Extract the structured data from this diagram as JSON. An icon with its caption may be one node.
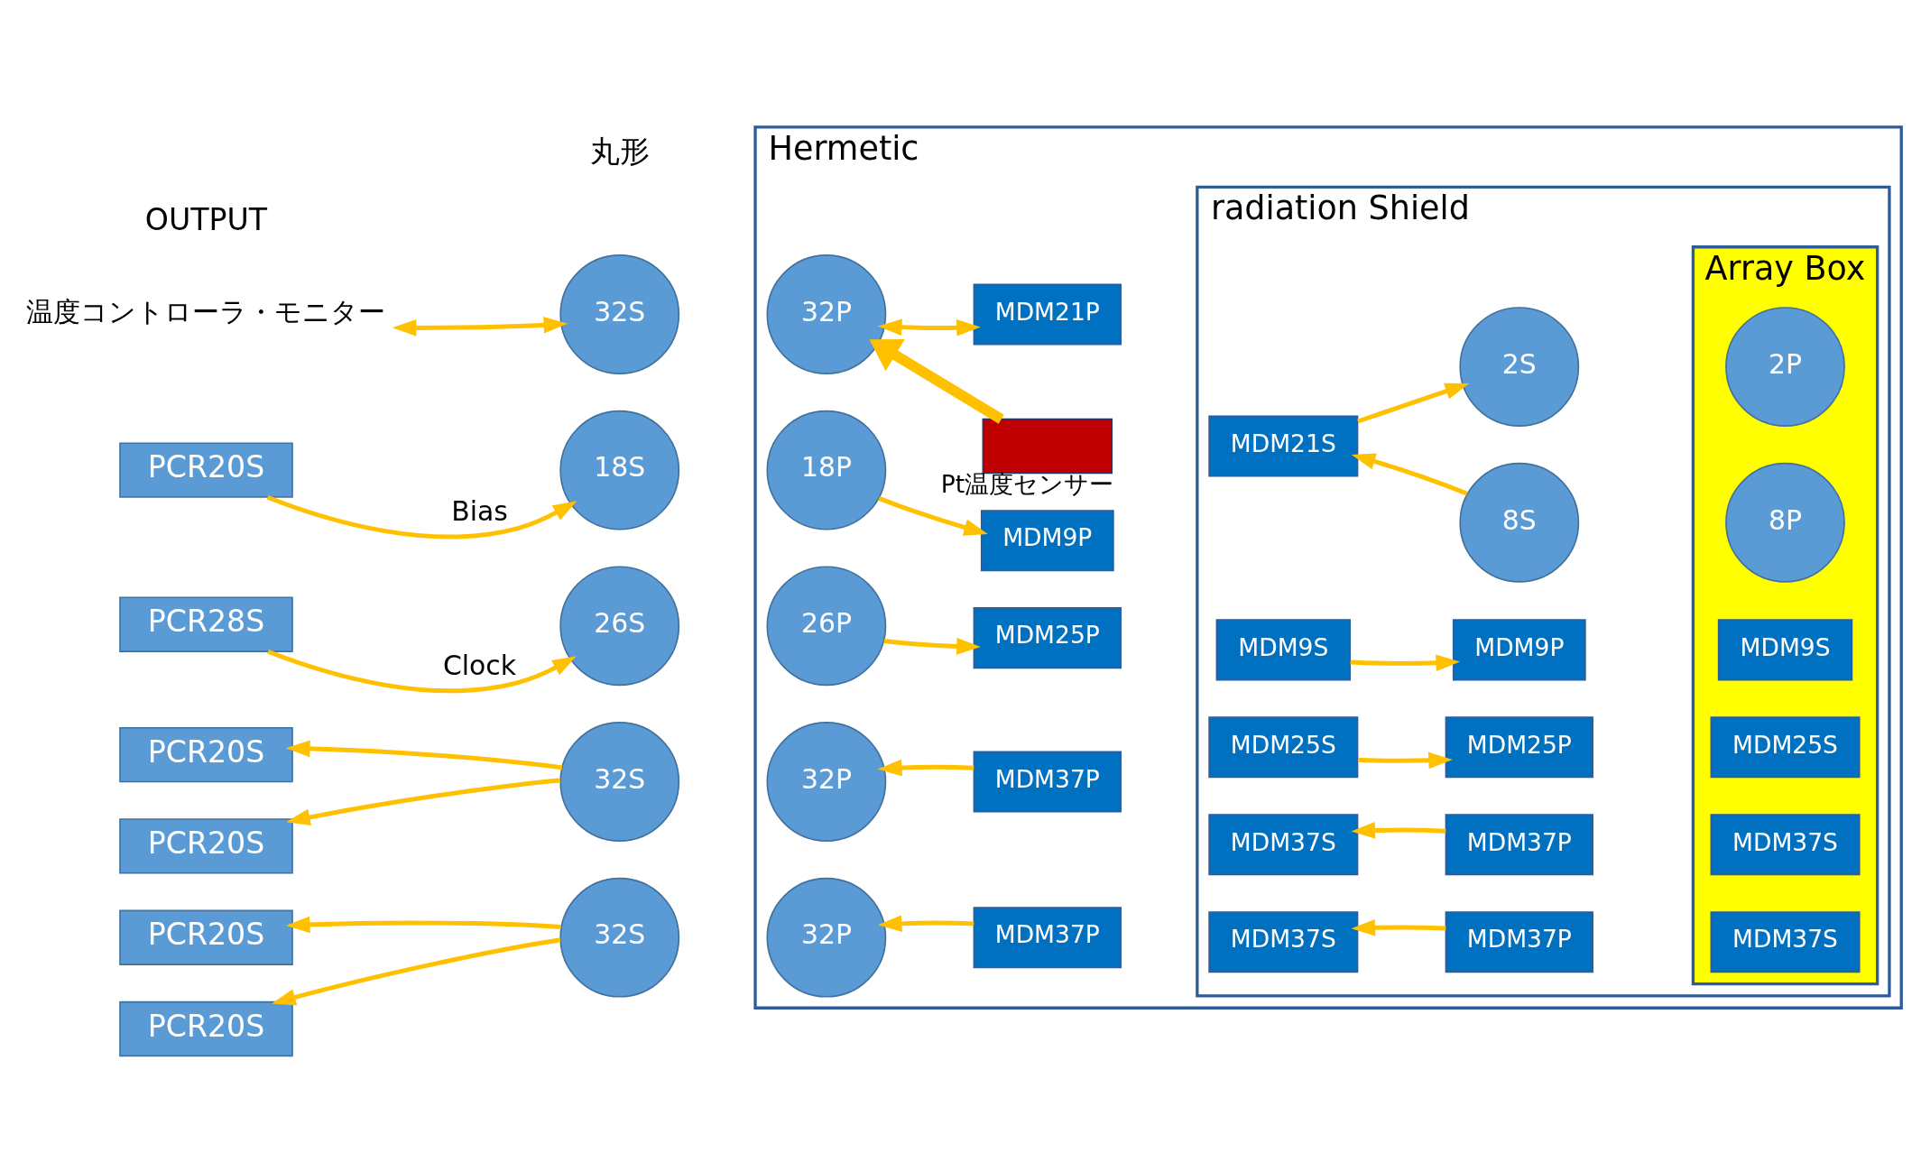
{
  "diagram": {
    "nodes": [
      {
        "text": [
          "温度コントローラ・モニター"
        ]
      },
      {
        "text": [
          "PCR20S"
        ]
      },
      {
        "text": [
          "PCR28S"
        ]
      },
      {
        "text": [
          "PCR20S"
        ]
      },
      {
        "text": [
          "PCR20S"
        ]
      },
      {
        "text": [
          "PCR20S"
        ]
      },
      {
        "text": [
          "PCR20S"
        ]
      },
      {
        "text": [
          "32S"
        ]
      },
      {
        "text": [
          "18S"
        ]
      },
      {
        "text": [
          "26S"
        ]
      },
      {
        "text": [
          "32S"
        ]
      },
      {
        "text": [
          "32S"
        ]
      },
      {
        "text": [
          "Hermetic"
        ]
      },
      {
        "text": [
          "32P"
        ],
        "in": 12
      },
      {
        "text": [
          "18P"
        ],
        "in": 12
      },
      {
        "text": [
          "26P"
        ],
        "in": 12
      },
      {
        "text": [
          "32P"
        ],
        "in": 12
      },
      {
        "text": [
          "32P"
        ],
        "in": 12
      },
      {
        "text": [],
        "shape": "box",
        "beside": [
          "Pt温度センサー"
        ],
        "in": 12
      },
      {
        "text": [
          "MDM21P"
        ],
        "in": 12
      },
      {
        "text": [
          "MDM9P"
        ],
        "in": 12
      },
      {
        "text": [
          "MDM25P"
        ],
        "in": 12
      },
      {
        "text": [
          "MDM37P"
        ],
        "in": 12
      },
      {
        "text": [
          "MDM37P"
        ],
        "in": 12
      },
      {
        "text": [
          "radiation Shield"
        ],
        "in": 12
      },
      {
        "text": [
          "MDM21S"
        ],
        "in": 24
      },
      {
        "text": [
          "8S"
        ],
        "in": 24
      },
      {
        "text": [
          "2S"
        ],
        "in": 24
      },
      {
        "text": [
          "MDM9S"
        ],
        "in": 24
      },
      {
        "text": [
          "MDM9P"
        ],
        "in": 24
      },
      {
        "text": [
          "MDM25S"
        ],
        "in": 24
      },
      {
        "text": [
          "MDM25P"
        ],
        "in": 24
      },
      {
        "text": [
          "MDM37S"
        ],
        "in": 24
      },
      {
        "text": [
          "MDM37P"
        ],
        "in": 24
      },
      {
        "text": [
          "MDM37S"
        ],
        "in": 24
      },
      {
        "text": [
          "MDM37P"
        ],
        "in": 24
      },
      {
        "text": [
          "Array Box"
        ],
        "in": 24
      },
      {
        "text": [
          "8P"
        ],
        "in": 36
      },
      {
        "text": [
          "2P"
        ],
        "in": 36
      },
      {
        "text": [
          "MDM9S"
        ],
        "in": 36
      },
      {
        "text": [
          "MDM25S"
        ],
        "in": 36
      },
      {
        "text": [
          "MDM37S"
        ],
        "in": 36
      },
      {
        "text": [
          "MDM37S"
        ],
        "in": 36
      }
    ],
    "edges": [
      {
        "from": 0,
        "to": 7,
        "arrow": "both"
      },
      {
        "from": 1,
        "to": 8,
        "arrow": "to",
        "label": "Bias"
      },
      {
        "from": 2,
        "to": 9,
        "arrow": "to",
        "label": "Clock"
      },
      {
        "from": 10,
        "to": 3,
        "arrow": "to"
      },
      {
        "from": 10,
        "to": 4,
        "arrow": "to"
      },
      {
        "from": 11,
        "to": 5,
        "arrow": "to"
      },
      {
        "from": 11,
        "to": 6,
        "arrow": "to"
      },
      {
        "from": 18,
        "to": 13,
        "arrow": "to",
        "style": "thick"
      },
      {
        "from": 13,
        "to": 19,
        "arrow": "both"
      },
      {
        "from": 14,
        "to": 20,
        "arrow": "to"
      },
      {
        "from": 15,
        "to": 21,
        "arrow": "to"
      },
      {
        "from": 22,
        "to": 16,
        "arrow": "to"
      },
      {
        "from": 23,
        "to": 17,
        "arrow": "to"
      },
      {
        "from": 26,
        "to": 25,
        "arrow": "to"
      },
      {
        "from": 25,
        "to": 27,
        "arrow": "to"
      },
      {
        "from": 28,
        "to": 29,
        "arrow": "to"
      },
      {
        "from": 30,
        "to": 31,
        "arrow": "to"
      },
      {
        "from": 33,
        "to": 32,
        "arrow": "to"
      },
      {
        "from": 35,
        "to": 34,
        "arrow": "to"
      }
    ],
    "labels": [
      "丸形",
      "OUTPUT"
    ]
  }
}
